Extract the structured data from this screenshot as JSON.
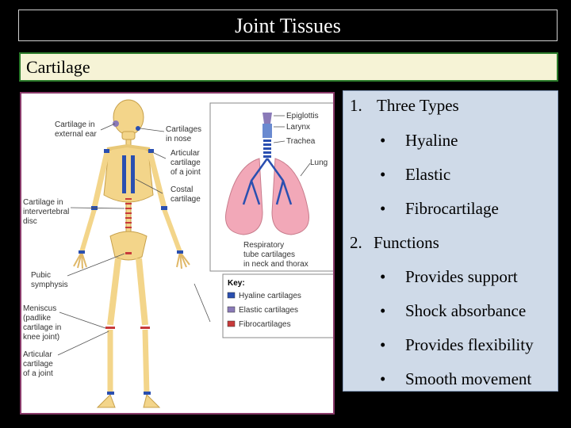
{
  "slide": {
    "title": "Joint Tissues",
    "subtitle": "Cartilage"
  },
  "figure": {
    "labels": {
      "ext_ear": [
        "Cartilage in",
        "external ear"
      ],
      "nose": [
        "Cartilages",
        "in nose"
      ],
      "articular_top": [
        "Articular",
        "cartilage",
        "of a joint"
      ],
      "costal": [
        "Costal",
        "cartilage"
      ],
      "intervertebral": [
        "Cartilage in",
        "intervertebral",
        "disc"
      ],
      "pubic": [
        "Pubic",
        "symphysis"
      ],
      "meniscus": [
        "Meniscus",
        "(padlike",
        "cartilage in",
        "knee joint)"
      ],
      "articular_bottom": [
        "Articular",
        "cartilage",
        "of a joint"
      ],
      "epiglottis": "Epiglottis",
      "larynx": "Larynx",
      "trachea": "Trachea",
      "lung": "Lung",
      "respiratory": [
        "Respiratory",
        "tube cartilages",
        "in neck and thorax"
      ]
    },
    "key": {
      "title": "Key:",
      "items": [
        {
          "label": "Hyaline cartilages",
          "color": "#2a4fb0"
        },
        {
          "label": "Elastic cartilages",
          "color": "#8a7ab8"
        },
        {
          "label": "Fibrocartilages",
          "color": "#c83a3a"
        }
      ]
    },
    "colors": {
      "bone": "#f3d58a",
      "bone_outline": "#c7a04a",
      "hyaline": "#2a4fb0",
      "fibro": "#c83a3a",
      "lung": "#f2a8b8"
    }
  },
  "content": {
    "sections": [
      {
        "number": "1.",
        "heading": "Three Types",
        "bullets": [
          "Hyaline",
          "Elastic",
          "Fibrocartilage"
        ]
      },
      {
        "number": "2.",
        "heading": "Functions",
        "bullets": [
          "Provides support",
          "Shock absorbance",
          "Provides flexibility",
          "Smooth movement"
        ]
      }
    ],
    "bullet_char": "•"
  }
}
